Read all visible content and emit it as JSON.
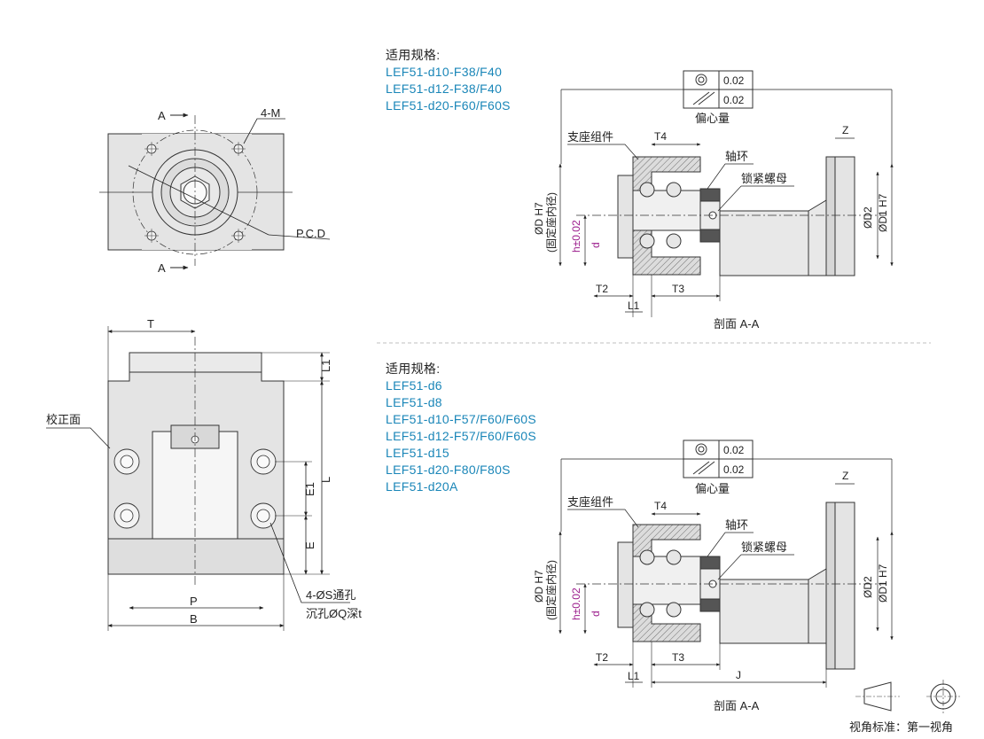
{
  "top_specs": {
    "heading": "适用规格:",
    "models": [
      "LEF51-d10-F38/F40",
      "LEF51-d12-F38/F40",
      "LEF51-d20-F60/F60S"
    ]
  },
  "bottom_specs": {
    "heading": "适用规格:",
    "models": [
      "LEF51-d6",
      "LEF51-d8",
      "LEF51-d10-F57/F60/F60S",
      "LEF51-d12-F57/F60/F60S",
      "LEF51-d15",
      "LEF51-d20-F80/F80S",
      "LEF51-d20A"
    ]
  },
  "front_view": {
    "section_a_top": "A",
    "section_a_bottom": "A",
    "holes": "4-M",
    "pcd": "P.C.D"
  },
  "side_view": {
    "T": "T",
    "L1": "L1",
    "L": "L",
    "E1": "E1",
    "E": "E",
    "P": "P",
    "B": "B",
    "ref_face": "校正面",
    "hole_spec_1": "4-ØS通孔",
    "hole_spec_2": "沉孔ØQ深t"
  },
  "section_top": {
    "tol_value_1": "0.02",
    "tol_value_2": "0.02",
    "eccentric": "偏心量",
    "support_assembly": "支座组件",
    "collar": "轴环",
    "lock_nut": "锁紧螺母",
    "T4": "T4",
    "Z": "Z",
    "D_label": "ØD H7",
    "D_note": "(固定座内径)",
    "h_label": "h±0.02",
    "d_label": "d",
    "D2": "ØD2",
    "D1": "ØD1 H7",
    "T2": "T2",
    "T3": "T3",
    "L1": "L1",
    "caption": "剖面 A-A"
  },
  "section_bottom": {
    "tol_value_1": "0.02",
    "tol_value_2": "0.02",
    "eccentric": "偏心量",
    "support_assembly": "支座组件",
    "collar": "轴环",
    "lock_nut": "锁紧螺母",
    "T4": "T4",
    "Z": "Z",
    "D_label": "ØD H7",
    "D_note": "(固定座内径)",
    "h_label": "h±0.02",
    "d_label": "d",
    "D2": "ØD2",
    "D1": "ØD1 H7",
    "T2": "T2",
    "T3": "T3",
    "L1": "L1",
    "J": "J",
    "caption": "剖面 A-A"
  },
  "projection": {
    "label": "视角标准：第一视角"
  }
}
